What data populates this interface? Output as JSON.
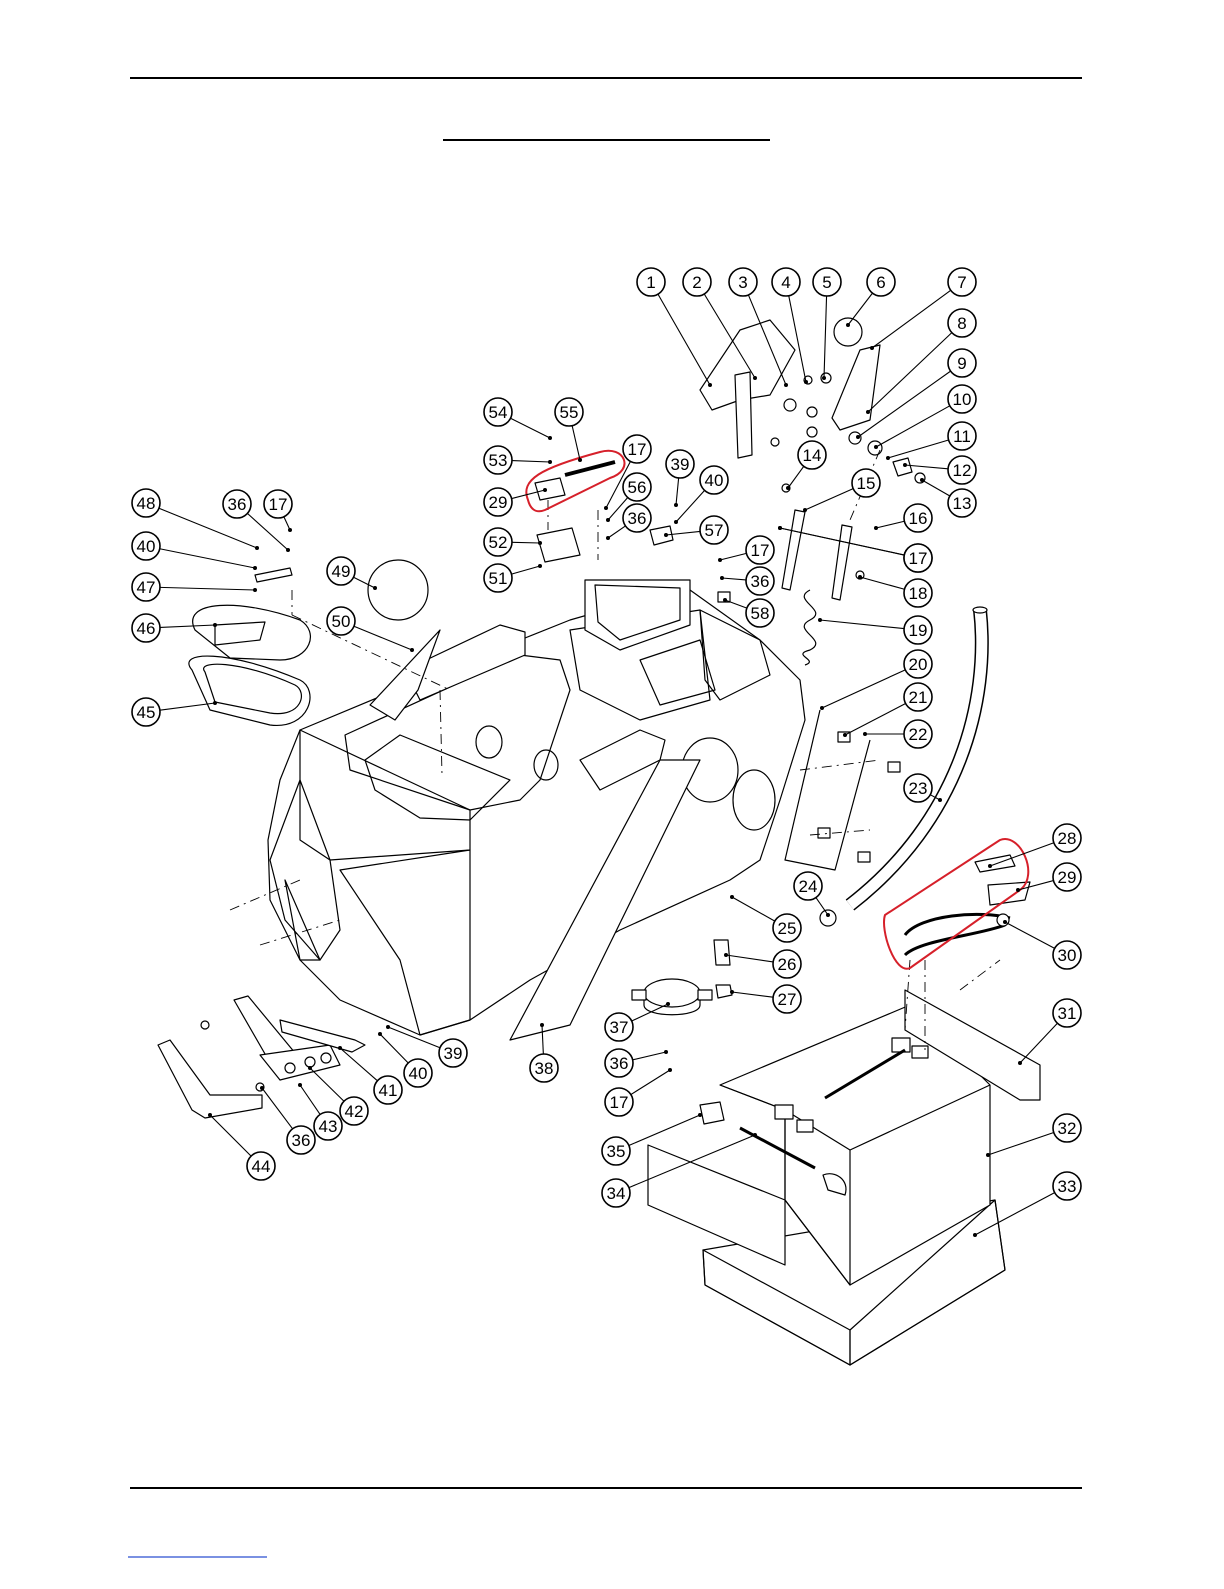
{
  "colors": {
    "line": "#000000",
    "part_fill": "#ffffff",
    "highlight": "#d6202a",
    "footer_link": "#2a4fd0"
  },
  "callouts": [
    {
      "id": "c1",
      "label": "1"
    },
    {
      "id": "c2",
      "label": "2"
    },
    {
      "id": "c3",
      "label": "3"
    },
    {
      "id": "c4",
      "label": "4"
    },
    {
      "id": "c5",
      "label": "5"
    },
    {
      "id": "c6",
      "label": "6"
    },
    {
      "id": "c7",
      "label": "7"
    },
    {
      "id": "c8",
      "label": "8"
    },
    {
      "id": "c9",
      "label": "9"
    },
    {
      "id": "c10",
      "label": "10"
    },
    {
      "id": "c11",
      "label": "11"
    },
    {
      "id": "c12",
      "label": "12"
    },
    {
      "id": "c13",
      "label": "13"
    },
    {
      "id": "c14",
      "label": "14"
    },
    {
      "id": "c15",
      "label": "15"
    },
    {
      "id": "c16",
      "label": "16"
    },
    {
      "id": "c17a",
      "label": "17"
    },
    {
      "id": "c18",
      "label": "18"
    },
    {
      "id": "c19",
      "label": "19"
    },
    {
      "id": "c20",
      "label": "20"
    },
    {
      "id": "c21",
      "label": "21"
    },
    {
      "id": "c22",
      "label": "22"
    },
    {
      "id": "c23",
      "label": "23"
    },
    {
      "id": "c24",
      "label": "24"
    },
    {
      "id": "c25",
      "label": "25"
    },
    {
      "id": "c26",
      "label": "26"
    },
    {
      "id": "c27",
      "label": "27"
    },
    {
      "id": "c28",
      "label": "28"
    },
    {
      "id": "c29a",
      "label": "29"
    },
    {
      "id": "c30",
      "label": "30"
    },
    {
      "id": "c31",
      "label": "31"
    },
    {
      "id": "c32",
      "label": "32"
    },
    {
      "id": "c33",
      "label": "33"
    },
    {
      "id": "c34",
      "label": "34"
    },
    {
      "id": "c35",
      "label": "35"
    },
    {
      "id": "c36a",
      "label": "36"
    },
    {
      "id": "c17b",
      "label": "17"
    },
    {
      "id": "c37",
      "label": "37"
    },
    {
      "id": "c38",
      "label": "38"
    },
    {
      "id": "c39a",
      "label": "39"
    },
    {
      "id": "c40a",
      "label": "40"
    },
    {
      "id": "c41",
      "label": "41"
    },
    {
      "id": "c42",
      "label": "42"
    },
    {
      "id": "c43",
      "label": "43"
    },
    {
      "id": "c36b",
      "label": "36"
    },
    {
      "id": "c44",
      "label": "44"
    },
    {
      "id": "c45",
      "label": "45"
    },
    {
      "id": "c46",
      "label": "46"
    },
    {
      "id": "c47",
      "label": "47"
    },
    {
      "id": "c40b",
      "label": "40"
    },
    {
      "id": "c48",
      "label": "48"
    },
    {
      "id": "c36c",
      "label": "36"
    },
    {
      "id": "c17c",
      "label": "17"
    },
    {
      "id": "c49",
      "label": "49"
    },
    {
      "id": "c50",
      "label": "50"
    },
    {
      "id": "c54",
      "label": "54"
    },
    {
      "id": "c55",
      "label": "55"
    },
    {
      "id": "c53",
      "label": "53"
    },
    {
      "id": "c29b",
      "label": "29"
    },
    {
      "id": "c17d",
      "label": "17"
    },
    {
      "id": "c56",
      "label": "56"
    },
    {
      "id": "c36d",
      "label": "36"
    },
    {
      "id": "c52",
      "label": "52"
    },
    {
      "id": "c51",
      "label": "51"
    },
    {
      "id": "c39b",
      "label": "39"
    },
    {
      "id": "c40c",
      "label": "40"
    },
    {
      "id": "c57",
      "label": "57"
    },
    {
      "id": "c17e",
      "label": "17"
    },
    {
      "id": "c36e",
      "label": "36"
    },
    {
      "id": "c58",
      "label": "58"
    },
    {
      "id": "c17f",
      "label": "17"
    }
  ]
}
